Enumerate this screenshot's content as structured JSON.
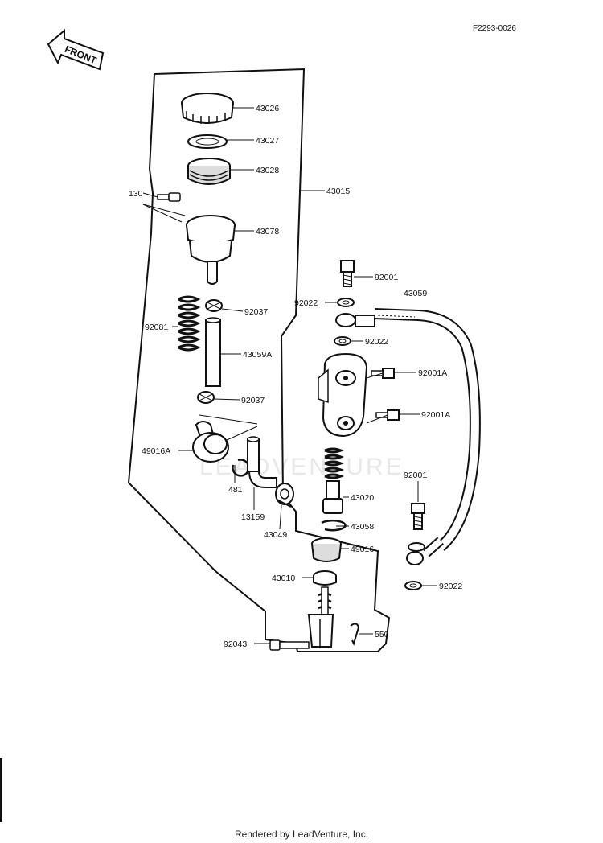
{
  "diagram_code": "F2293-0026",
  "front_label": "FRONT",
  "watermark": "LEADVENTURE",
  "footer": "Rendered by LeadVenture, Inc.",
  "colors": {
    "ink": "#111111",
    "paper": "#ffffff",
    "watermark": "#e8e8e8"
  },
  "parts": {
    "p43026": "43026",
    "p43027": "43027",
    "p43028": "43028",
    "p130": "130",
    "p43015": "43015",
    "p43078": "43078",
    "p92001_top": "92001",
    "p92022_a": "92022",
    "p43059": "43059",
    "p92037_top": "92037",
    "p92081": "92081",
    "p92022_b": "92022",
    "p43059A": "43059A",
    "p92001A_1": "92001A",
    "p92037_bot": "92037",
    "p92001A_2": "92001A",
    "p49016A": "49016A",
    "p481": "481",
    "p92001_right": "92001",
    "p43020": "43020",
    "p13159": "13159",
    "p43049": "43049",
    "p43058": "43058",
    "p49016": "49016",
    "p43010": "43010",
    "p92022_c": "92022",
    "p550": "550",
    "p92043": "92043"
  }
}
